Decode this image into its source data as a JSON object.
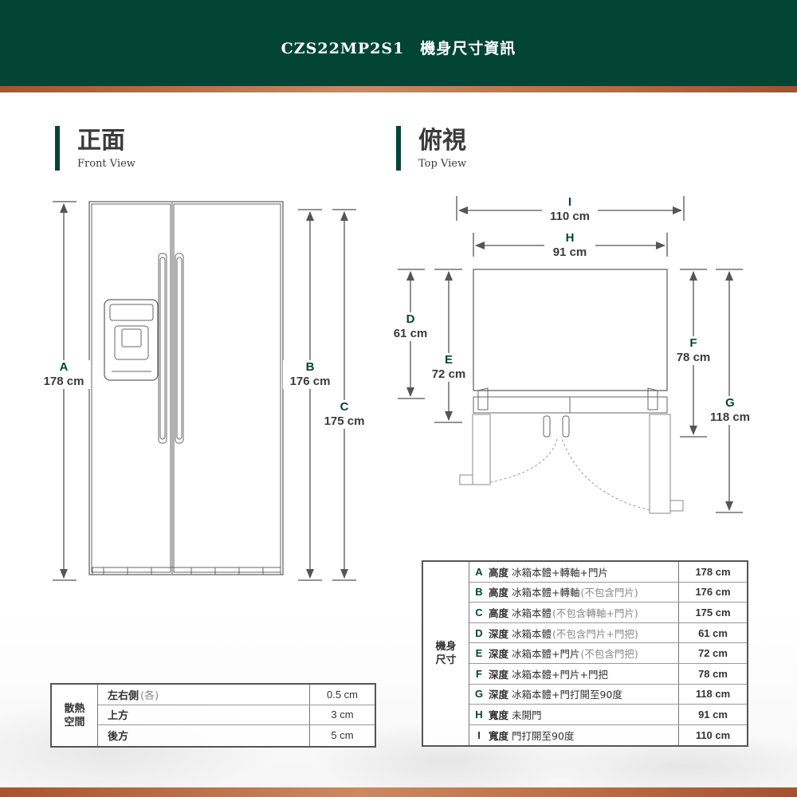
{
  "header": {
    "title": "CZS22MP2S1　機身尺寸資訊"
  },
  "front": {
    "title": "正面",
    "subtitle": "Front View"
  },
  "top": {
    "title": "俯視",
    "subtitle": "Top View"
  },
  "dims": {
    "A": {
      "letter": "A",
      "value": "178 cm"
    },
    "B": {
      "letter": "B",
      "value": "176 cm"
    },
    "C": {
      "letter": "C",
      "value": "175 cm"
    },
    "D": {
      "letter": "D",
      "value": "61 cm"
    },
    "E": {
      "letter": "E",
      "value": "72 cm"
    },
    "F": {
      "letter": "F",
      "value": "78 cm"
    },
    "G": {
      "letter": "G",
      "value": "118 cm"
    },
    "H": {
      "letter": "H",
      "value": "91 cm"
    },
    "I": {
      "letter": "I",
      "value": "110 cm"
    }
  },
  "spec_table": {
    "category": "機身尺寸",
    "rows": [
      {
        "code": "A",
        "kind": "高度",
        "desc": "冰箱本體+轉軸+門片",
        "note": "",
        "value": "178 cm"
      },
      {
        "code": "B",
        "kind": "高度",
        "desc": "冰箱本體+轉軸",
        "note": "(不包含門片)",
        "value": "176 cm"
      },
      {
        "code": "C",
        "kind": "高度",
        "desc": "冰箱本體",
        "note": "(不包含轉軸+門片)",
        "value": "175 cm"
      },
      {
        "code": "D",
        "kind": "深度",
        "desc": "冰箱本體",
        "note": "(不包含門片+門把)",
        "value": "61 cm"
      },
      {
        "code": "E",
        "kind": "深度",
        "desc": "冰箱本體+門片",
        "note": "(不包含門把)",
        "value": "72 cm"
      },
      {
        "code": "F",
        "kind": "深度",
        "desc": "冰箱本體+門片+門把",
        "note": "",
        "value": "78 cm"
      },
      {
        "code": "G",
        "kind": "深度",
        "desc": "冰箱本體+門打開至90度",
        "note": "",
        "value": "118 cm"
      },
      {
        "code": "H",
        "kind": "寬度",
        "desc": "未開門",
        "note": "",
        "value": "91 cm"
      },
      {
        "code": "I",
        "kind": "寬度",
        "desc": "門打開至90度",
        "note": "",
        "value": "110 cm"
      }
    ]
  },
  "clearance_table": {
    "category": "散熱空間",
    "rows": [
      {
        "label": "左右側",
        "note": "(各)",
        "value": "0.5 cm"
      },
      {
        "label": "上方",
        "note": "",
        "value": "3 cm"
      },
      {
        "label": "後方",
        "note": "",
        "value": "5 cm"
      }
    ]
  },
  "colors": {
    "brand_green": "#024535",
    "copper": "#b86a43"
  }
}
